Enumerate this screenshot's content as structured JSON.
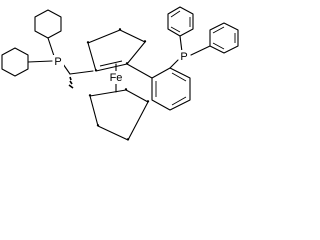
{
  "molecule": {
    "atoms": {
      "p_left": "P",
      "p_right": "P",
      "iron": "Fe",
      "cp_radical": "•"
    }
  }
}
